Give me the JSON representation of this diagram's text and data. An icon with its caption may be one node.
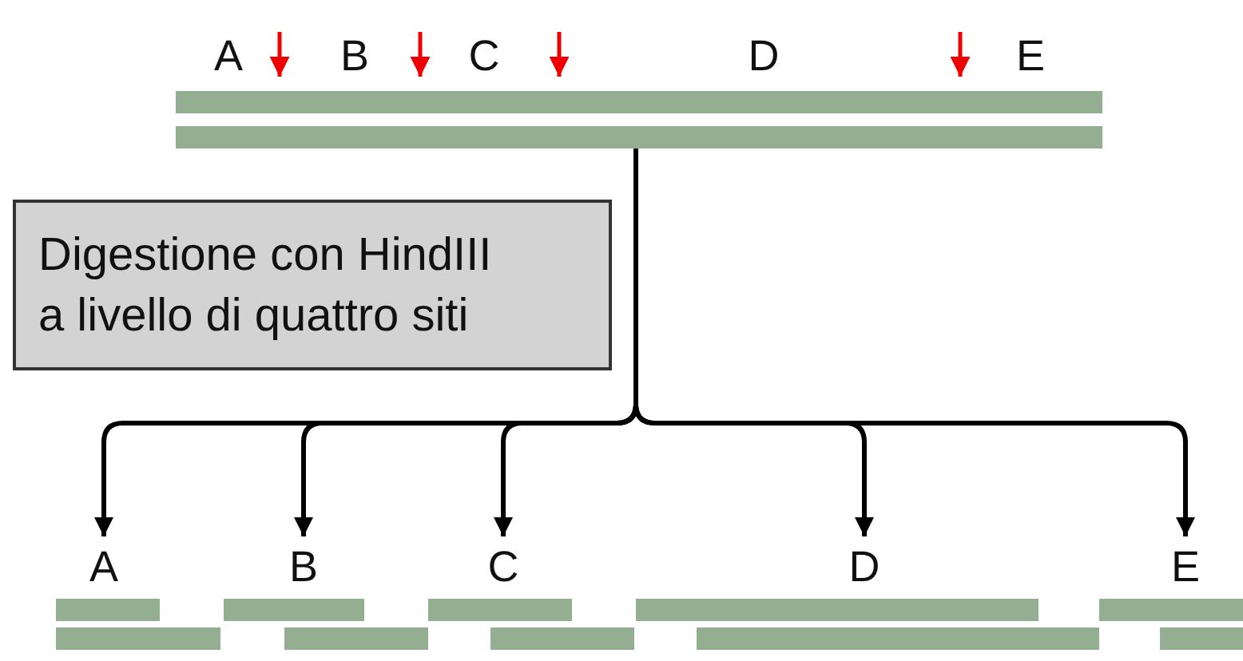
{
  "diagram": {
    "nodes": [
      {
        "text": [],
        "shape": "bar"
      },
      {
        "text": [
          "Digestione con HindIII a livello di quattro siti"
        ]
      },
      {
        "text": [
          "A"
        ]
      },
      {
        "text": [
          "B"
        ]
      },
      {
        "text": [
          "C"
        ]
      },
      {
        "text": [
          "D"
        ]
      },
      {
        "text": [
          "E"
        ]
      }
    ],
    "edges": [
      {
        "from": 0,
        "to": 2,
        "arrow": "to"
      },
      {
        "from": 0,
        "to": 3,
        "arrow": "to"
      },
      {
        "from": 0,
        "to": 4,
        "arrow": "to"
      },
      {
        "from": 0,
        "to": 5,
        "arrow": "to"
      },
      {
        "from": 0,
        "to": 6,
        "arrow": "to"
      }
    ],
    "labels": [
      "A",
      "B",
      "C",
      "D",
      "E"
    ]
  }
}
